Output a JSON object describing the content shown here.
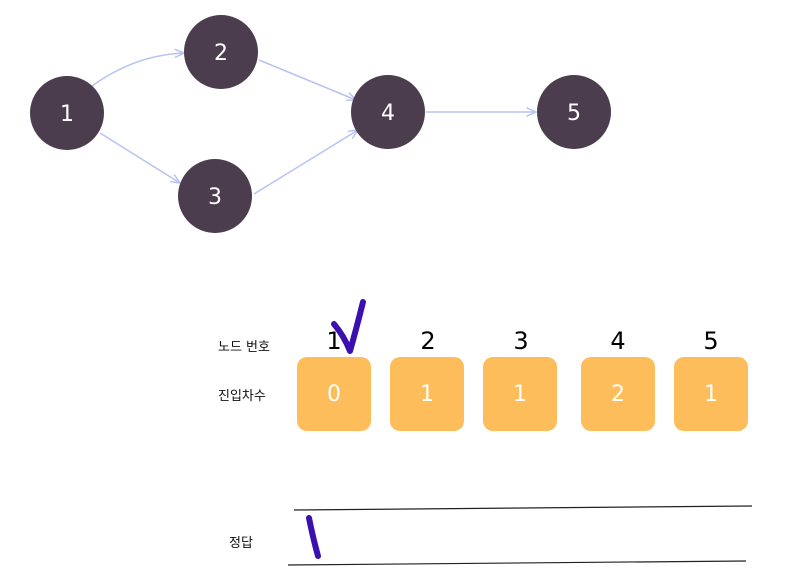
{
  "graph": {
    "nodes": [
      {
        "id": "1",
        "label": "1"
      },
      {
        "id": "2",
        "label": "2"
      },
      {
        "id": "3",
        "label": "3"
      },
      {
        "id": "4",
        "label": "4"
      },
      {
        "id": "5",
        "label": "5"
      }
    ],
    "edges": [
      {
        "from": "1",
        "to": "2"
      },
      {
        "from": "1",
        "to": "3"
      },
      {
        "from": "2",
        "to": "4"
      },
      {
        "from": "3",
        "to": "4"
      },
      {
        "from": "4",
        "to": "5"
      }
    ],
    "node_color": "#4b3d4d",
    "edge_color": "#b7c3f2"
  },
  "table": {
    "row_label_node": "노드 번호",
    "row_label_indegree": "진입차수",
    "columns": [
      {
        "node": "1",
        "indegree": "0"
      },
      {
        "node": "2",
        "indegree": "1"
      },
      {
        "node": "3",
        "indegree": "1"
      },
      {
        "node": "4",
        "indegree": "2"
      },
      {
        "node": "5",
        "indegree": "1"
      }
    ],
    "box_color": "#fdbd5b"
  },
  "answer": {
    "label": "정답",
    "handwritten": "1"
  },
  "annotation": {
    "checkmark_color": "#3b0fb0"
  }
}
